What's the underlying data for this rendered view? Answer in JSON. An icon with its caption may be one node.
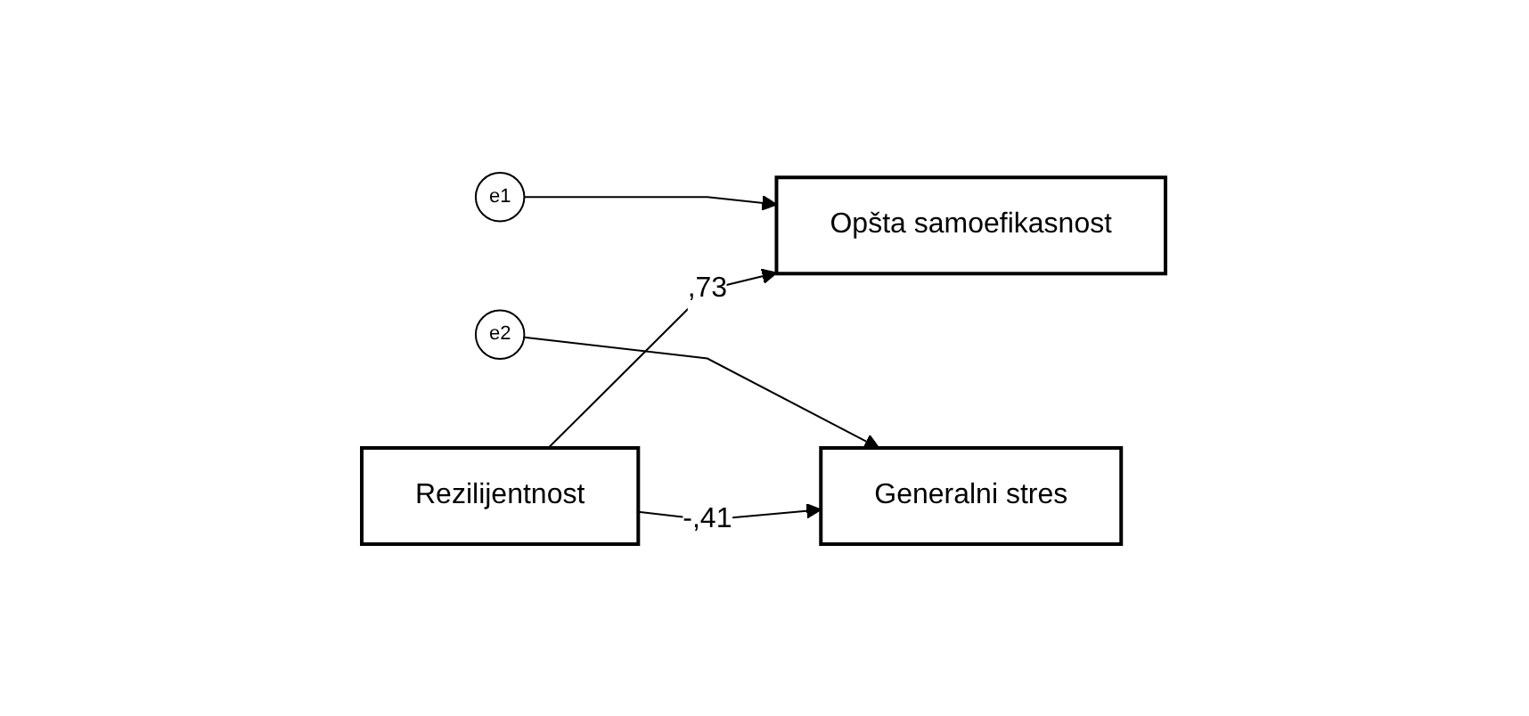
{
  "diagram": {
    "nodes": [
      {
        "text": [
          "e1"
        ]
      },
      {
        "text": [
          "Opšta samoefikasnost"
        ]
      },
      {
        "text": [
          "e2"
        ]
      },
      {
        "text": [
          "Generalni stres"
        ]
      },
      {
        "text": [
          "Rezilijentnost"
        ]
      }
    ],
    "edges": [
      {
        "from": 0,
        "to": 1,
        "arrow": "to"
      },
      {
        "from": 4,
        "to": 1,
        "arrow": "to",
        "label": ",73"
      },
      {
        "from": 2,
        "to": 3,
        "arrow": "to"
      },
      {
        "from": 4,
        "to": 3,
        "arrow": "to",
        "label": "-,41"
      }
    ]
  }
}
